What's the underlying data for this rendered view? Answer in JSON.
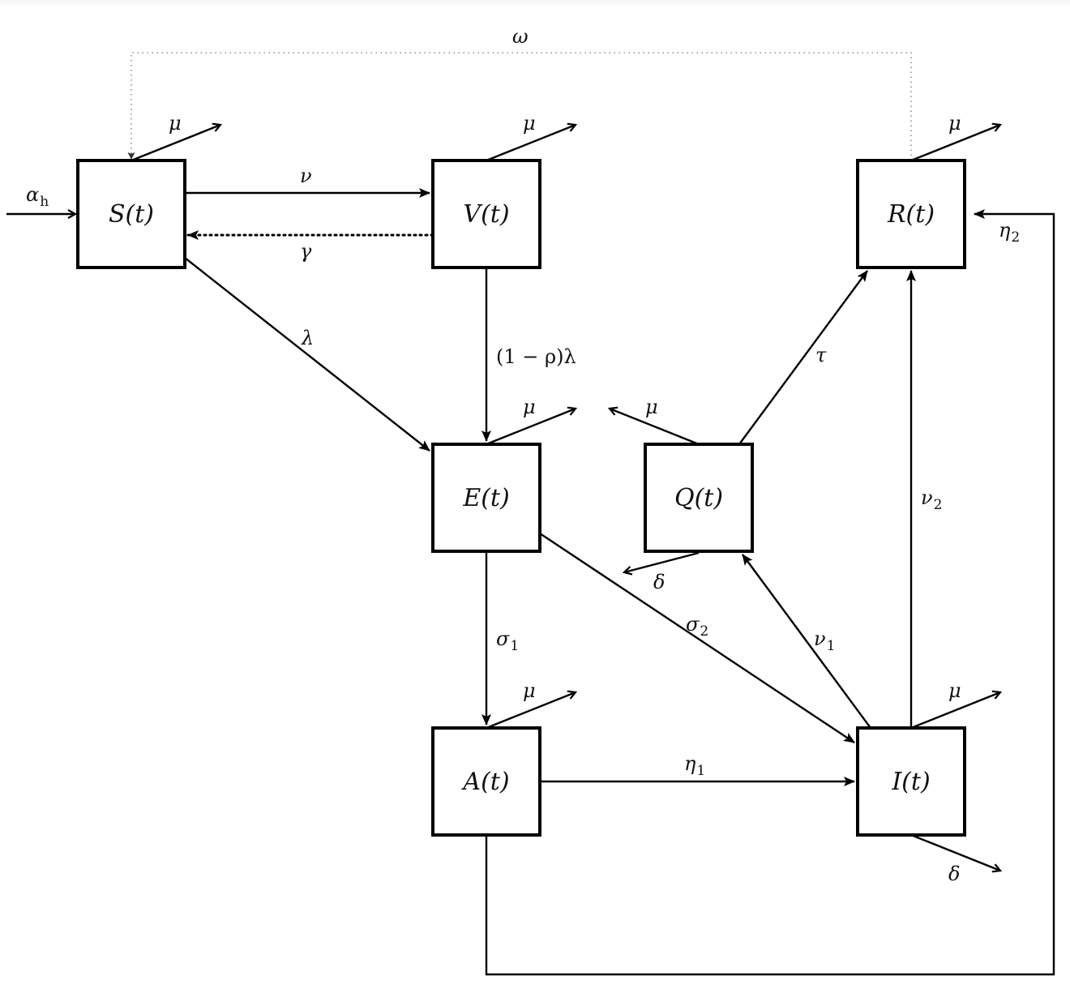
{
  "title": "Compartmental model flow diagram (S V E Q A I R)",
  "colors": {
    "stroke": "#000000",
    "background": "#ffffff",
    "feedback_line": "#777777"
  },
  "nodes": [
    {
      "id": "S",
      "label": "S(t)"
    },
    {
      "id": "V",
      "label": "V(t)"
    },
    {
      "id": "R",
      "label": "R(t)"
    },
    {
      "id": "E",
      "label": "E(t)"
    },
    {
      "id": "Q",
      "label": "Q(t)"
    },
    {
      "id": "A",
      "label": "A(t)"
    },
    {
      "id": "I",
      "label": "I(t)"
    }
  ],
  "edges": [
    {
      "id": "recruitment",
      "from": "",
      "to": "S",
      "label": "α",
      "sub": "h",
      "style": "solid"
    },
    {
      "id": "S-mu",
      "from": "S",
      "to": "",
      "label": "μ",
      "sub": "",
      "style": "solid"
    },
    {
      "id": "S-V",
      "from": "S",
      "to": "V",
      "label": "ν",
      "sub": "",
      "style": "solid"
    },
    {
      "id": "V-S",
      "from": "V",
      "to": "S",
      "label": "γ",
      "sub": "",
      "style": "dotted"
    },
    {
      "id": "V-mu",
      "from": "V",
      "to": "",
      "label": "μ",
      "sub": "",
      "style": "solid"
    },
    {
      "id": "R-S",
      "from": "R",
      "to": "S",
      "label": "ω",
      "sub": "",
      "style": "faint-dotted"
    },
    {
      "id": "R-mu",
      "from": "R",
      "to": "",
      "label": "μ",
      "sub": "",
      "style": "solid"
    },
    {
      "id": "S-E",
      "from": "S",
      "to": "E",
      "label": "λ",
      "sub": "",
      "style": "solid"
    },
    {
      "id": "V-E",
      "from": "V",
      "to": "E",
      "label": "(1 − ρ)λ",
      "sub": "",
      "style": "solid"
    },
    {
      "id": "E-mu",
      "from": "E",
      "to": "",
      "label": "μ",
      "sub": "",
      "style": "solid"
    },
    {
      "id": "Q-mu",
      "from": "Q",
      "to": "",
      "label": "μ",
      "sub": "",
      "style": "solid"
    },
    {
      "id": "Q-R",
      "from": "Q",
      "to": "R",
      "label": "τ",
      "sub": "",
      "style": "solid"
    },
    {
      "id": "Q-delta",
      "from": "Q",
      "to": "",
      "label": "δ",
      "sub": "",
      "style": "solid"
    },
    {
      "id": "I-R",
      "from": "I",
      "to": "R",
      "label": "ν",
      "sub": "2",
      "style": "solid"
    },
    {
      "id": "E-A",
      "from": "E",
      "to": "A",
      "label": "σ",
      "sub": "1",
      "style": "solid"
    },
    {
      "id": "E-I",
      "from": "E",
      "to": "I",
      "label": "σ",
      "sub": "2",
      "style": "solid"
    },
    {
      "id": "I-Q",
      "from": "I",
      "to": "Q",
      "label": "ν",
      "sub": "1",
      "style": "solid"
    },
    {
      "id": "A-mu",
      "from": "A",
      "to": "",
      "label": "μ",
      "sub": "",
      "style": "solid"
    },
    {
      "id": "A-I",
      "from": "A",
      "to": "I",
      "label": "η",
      "sub": "1",
      "style": "solid"
    },
    {
      "id": "I-mu",
      "from": "I",
      "to": "",
      "label": "μ",
      "sub": "",
      "style": "solid"
    },
    {
      "id": "I-delta",
      "from": "I",
      "to": "",
      "label": "δ",
      "sub": "",
      "style": "solid"
    },
    {
      "id": "A-R",
      "from": "A",
      "to": "R",
      "label": "η",
      "sub": "2",
      "style": "solid"
    }
  ]
}
